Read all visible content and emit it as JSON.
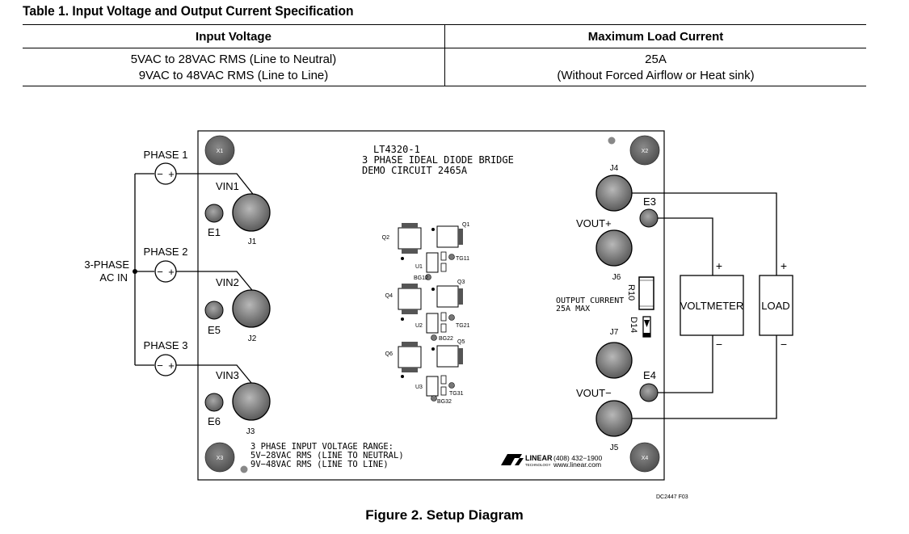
{
  "table": {
    "title": "Table 1. Input Voltage and Output Current Specification",
    "headers": [
      "Input Voltage",
      "Maximum Load Current"
    ],
    "input_voltage_lines": [
      "5VAC to 28VAC RMS (Line to Neutral)",
      "9VAC to 48VAC RMS (Line to Line)"
    ],
    "load_current_lines": [
      "25A",
      "(Without Forced Airflow or Heat sink)"
    ]
  },
  "diagram": {
    "ac_in_label_1": "3-PHASE",
    "ac_in_label_2": "AC IN",
    "phase1": "PHASE 1",
    "phase2": "PHASE 2",
    "phase3": "PHASE 3",
    "x1": "X1",
    "x2": "X2",
    "x3": "X3",
    "x4": "X4",
    "board_title_1": "LT4320-1",
    "board_title_2": "3 PHASE IDEAL DIODE BRIDGE",
    "board_title_3": "DEMO CIRCUIT 2465A",
    "vin1": "VIN1",
    "vin2": "VIN2",
    "vin3": "VIN3",
    "j1": "J1",
    "j2": "J2",
    "j3": "J3",
    "j4": "J4",
    "j5": "J5",
    "j6": "J6",
    "j7": "J7",
    "e1": "E1",
    "e3": "E3",
    "e4": "E4",
    "e5": "E5",
    "e6": "E6",
    "vout_plus": "VOUT+",
    "vout_minus": "VOUT−",
    "output_current_1": "OUTPUT CURRENT",
    "output_current_2": "25A MAX",
    "r10": "R10",
    "d14": "D14",
    "voltmeter": "VOLTMETER",
    "load": "LOAD",
    "plus": "+",
    "minus": "−",
    "q1": "Q1",
    "q2": "Q2",
    "q3": "Q3",
    "q4": "Q4",
    "q5": "Q5",
    "q6": "Q6",
    "u1": "U1",
    "u2": "U2",
    "u3": "U3",
    "tg11": "TG11",
    "tg21": "TG21",
    "tg31": "TG31",
    "bg12": "BG12",
    "bg22": "BG22",
    "bg32": "BG32",
    "range_1": "3 PHASE INPUT VOLTAGE RANGE:",
    "range_2": "5V−28VAC RMS (LINE TO NEUTRAL)",
    "range_3": "9V−48VAC RMS (LINE TO LINE)",
    "brand": "LINEAR",
    "brand_sub": "TECHNOLOGY",
    "phone": "(408) 432−1900",
    "website": "www.linear.com",
    "doc_code": "DC2447 F03"
  },
  "figure_caption": "Figure 2. Setup Diagram"
}
